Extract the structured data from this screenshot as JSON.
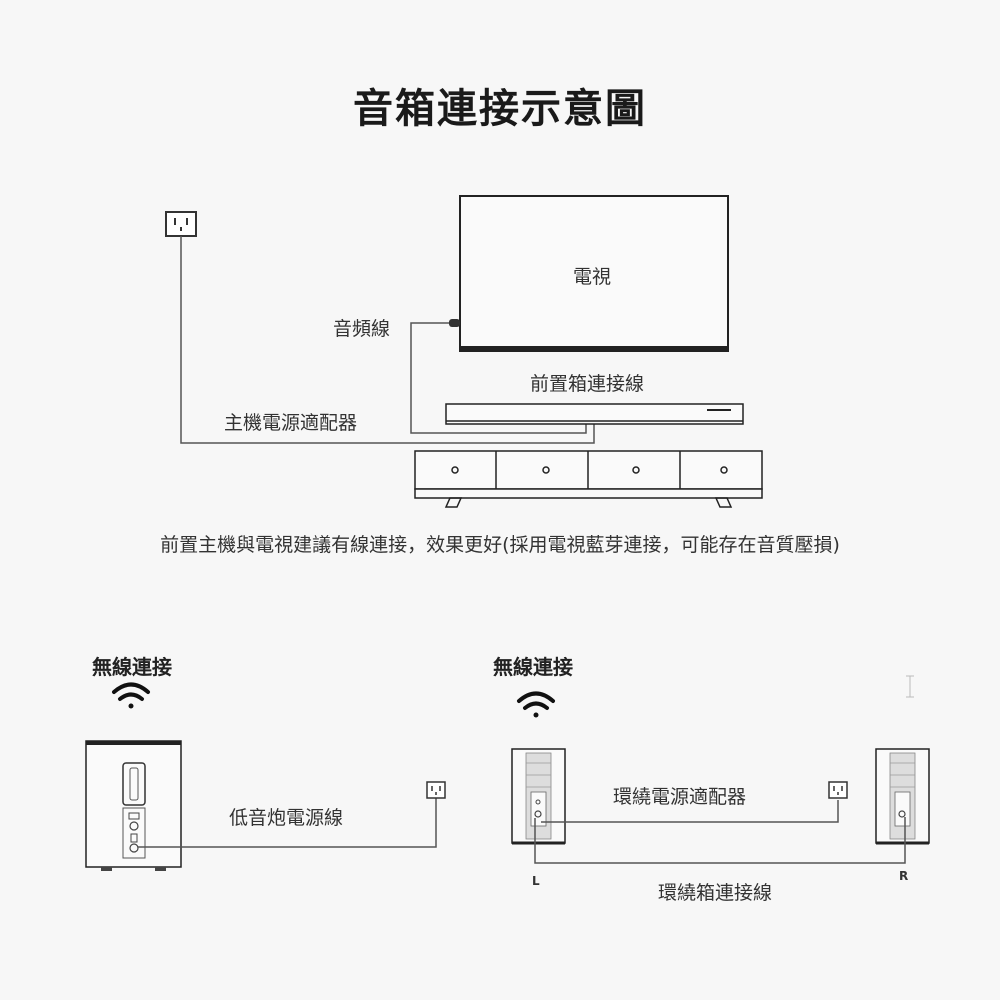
{
  "title": "音箱連接示意圖",
  "top": {
    "tv_label": "電視",
    "audio_cable_label": "音頻線",
    "front_cable_label": "前置箱連接線",
    "host_adapter_label": "主機電源適配器",
    "note": "前置主機與電視建議有線連接，效果更好(採用電視藍芽連接，可能存在音質壓損)"
  },
  "bottom_left": {
    "wireless_label": "無線連接",
    "sub_power_label": "低音炮電源線"
  },
  "bottom_right": {
    "wireless_label": "無線連接",
    "surround_adapter_label": "環繞電源適配器",
    "surround_cable_label": "環繞箱連接線",
    "left_label": "L",
    "right_label": "R"
  },
  "icons": [
    "power-outlet-icon",
    "wifi-icon"
  ],
  "colors": {
    "line": "#555555",
    "background": "#f7f7f7",
    "text": "#222222"
  }
}
